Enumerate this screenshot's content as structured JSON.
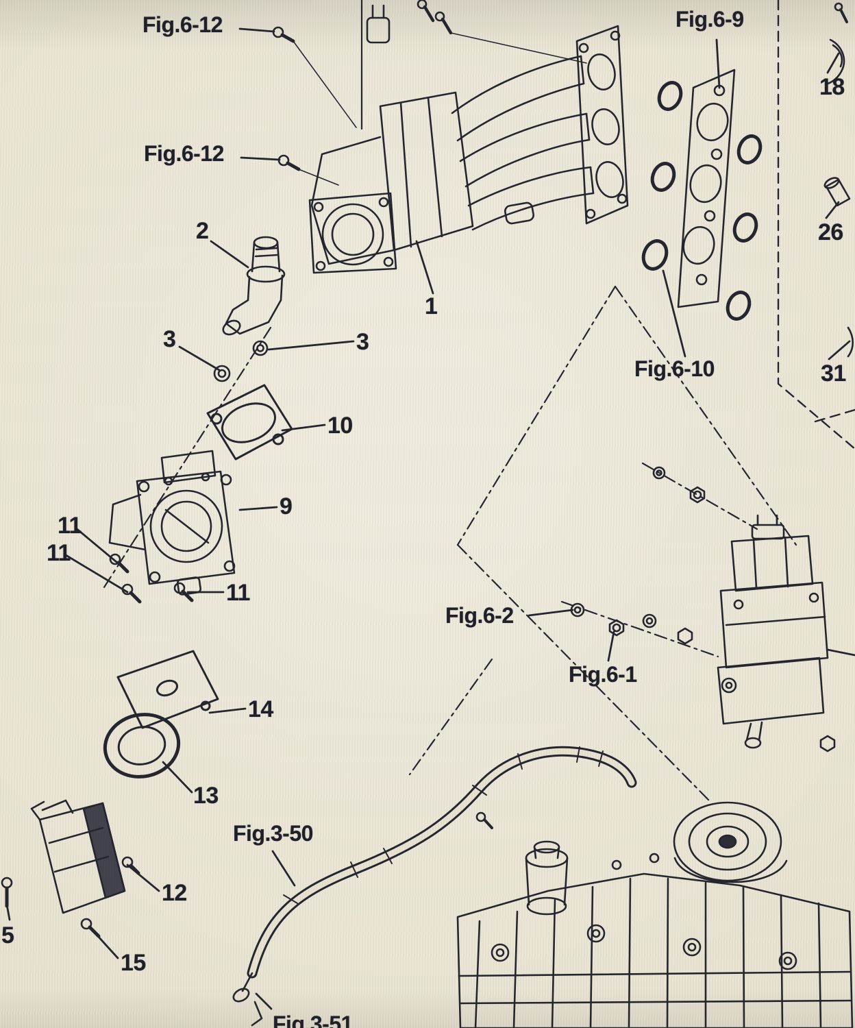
{
  "page": {
    "paper_color": "#e9e4d2",
    "ink_color": "#262630"
  },
  "callouts": [
    {
      "id": "fig-6-12-top",
      "text": "Fig.6-12"
    },
    {
      "id": "fig-6-9",
      "text": "Fig.6-9"
    },
    {
      "id": "part-18",
      "text": "18"
    },
    {
      "id": "fig-6-12-mid",
      "text": "Fig.6-12"
    },
    {
      "id": "part-2",
      "text": "2"
    },
    {
      "id": "part-26",
      "text": "26"
    },
    {
      "id": "part-1",
      "text": "1"
    },
    {
      "id": "part-3-left",
      "text": "3"
    },
    {
      "id": "part-3-right",
      "text": "3"
    },
    {
      "id": "fig-6-10",
      "text": "Fig.6-10"
    },
    {
      "id": "part-31",
      "text": "31"
    },
    {
      "id": "part-10",
      "text": "10"
    },
    {
      "id": "part-9",
      "text": "9"
    },
    {
      "id": "part-11-a",
      "text": "11"
    },
    {
      "id": "part-11-b",
      "text": "11"
    },
    {
      "id": "part-11-c",
      "text": "11"
    },
    {
      "id": "fig-6-2",
      "text": "Fig.6-2"
    },
    {
      "id": "fig-6-1",
      "text": "Fig.6-1"
    },
    {
      "id": "part-14",
      "text": "14"
    },
    {
      "id": "part-13",
      "text": "13"
    },
    {
      "id": "fig-3-50",
      "text": "Fig.3-50"
    },
    {
      "id": "part-12",
      "text": "12"
    },
    {
      "id": "part-5",
      "text": "5"
    },
    {
      "id": "part-15",
      "text": "15"
    },
    {
      "id": "fig-3-51",
      "text": "Fig.3-51"
    }
  ]
}
